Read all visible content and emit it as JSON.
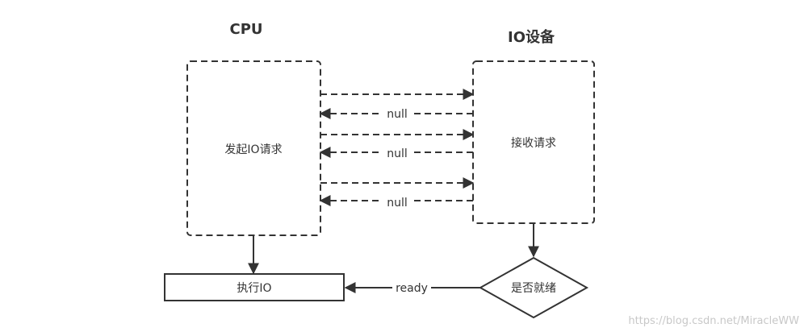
{
  "diagram": {
    "cpu_title": "CPU",
    "io_title": "IO设备",
    "cpu_box_label": "发起IO请求",
    "io_box_label": "接收请求",
    "exec_box_label": "执行IO",
    "decision_label": "是否就绪",
    "null_label_1": "null",
    "null_label_2": "null",
    "null_label_3": "null",
    "ready_label": "ready",
    "watermark": "https://blog.csdn.net/MiracleWW"
  }
}
